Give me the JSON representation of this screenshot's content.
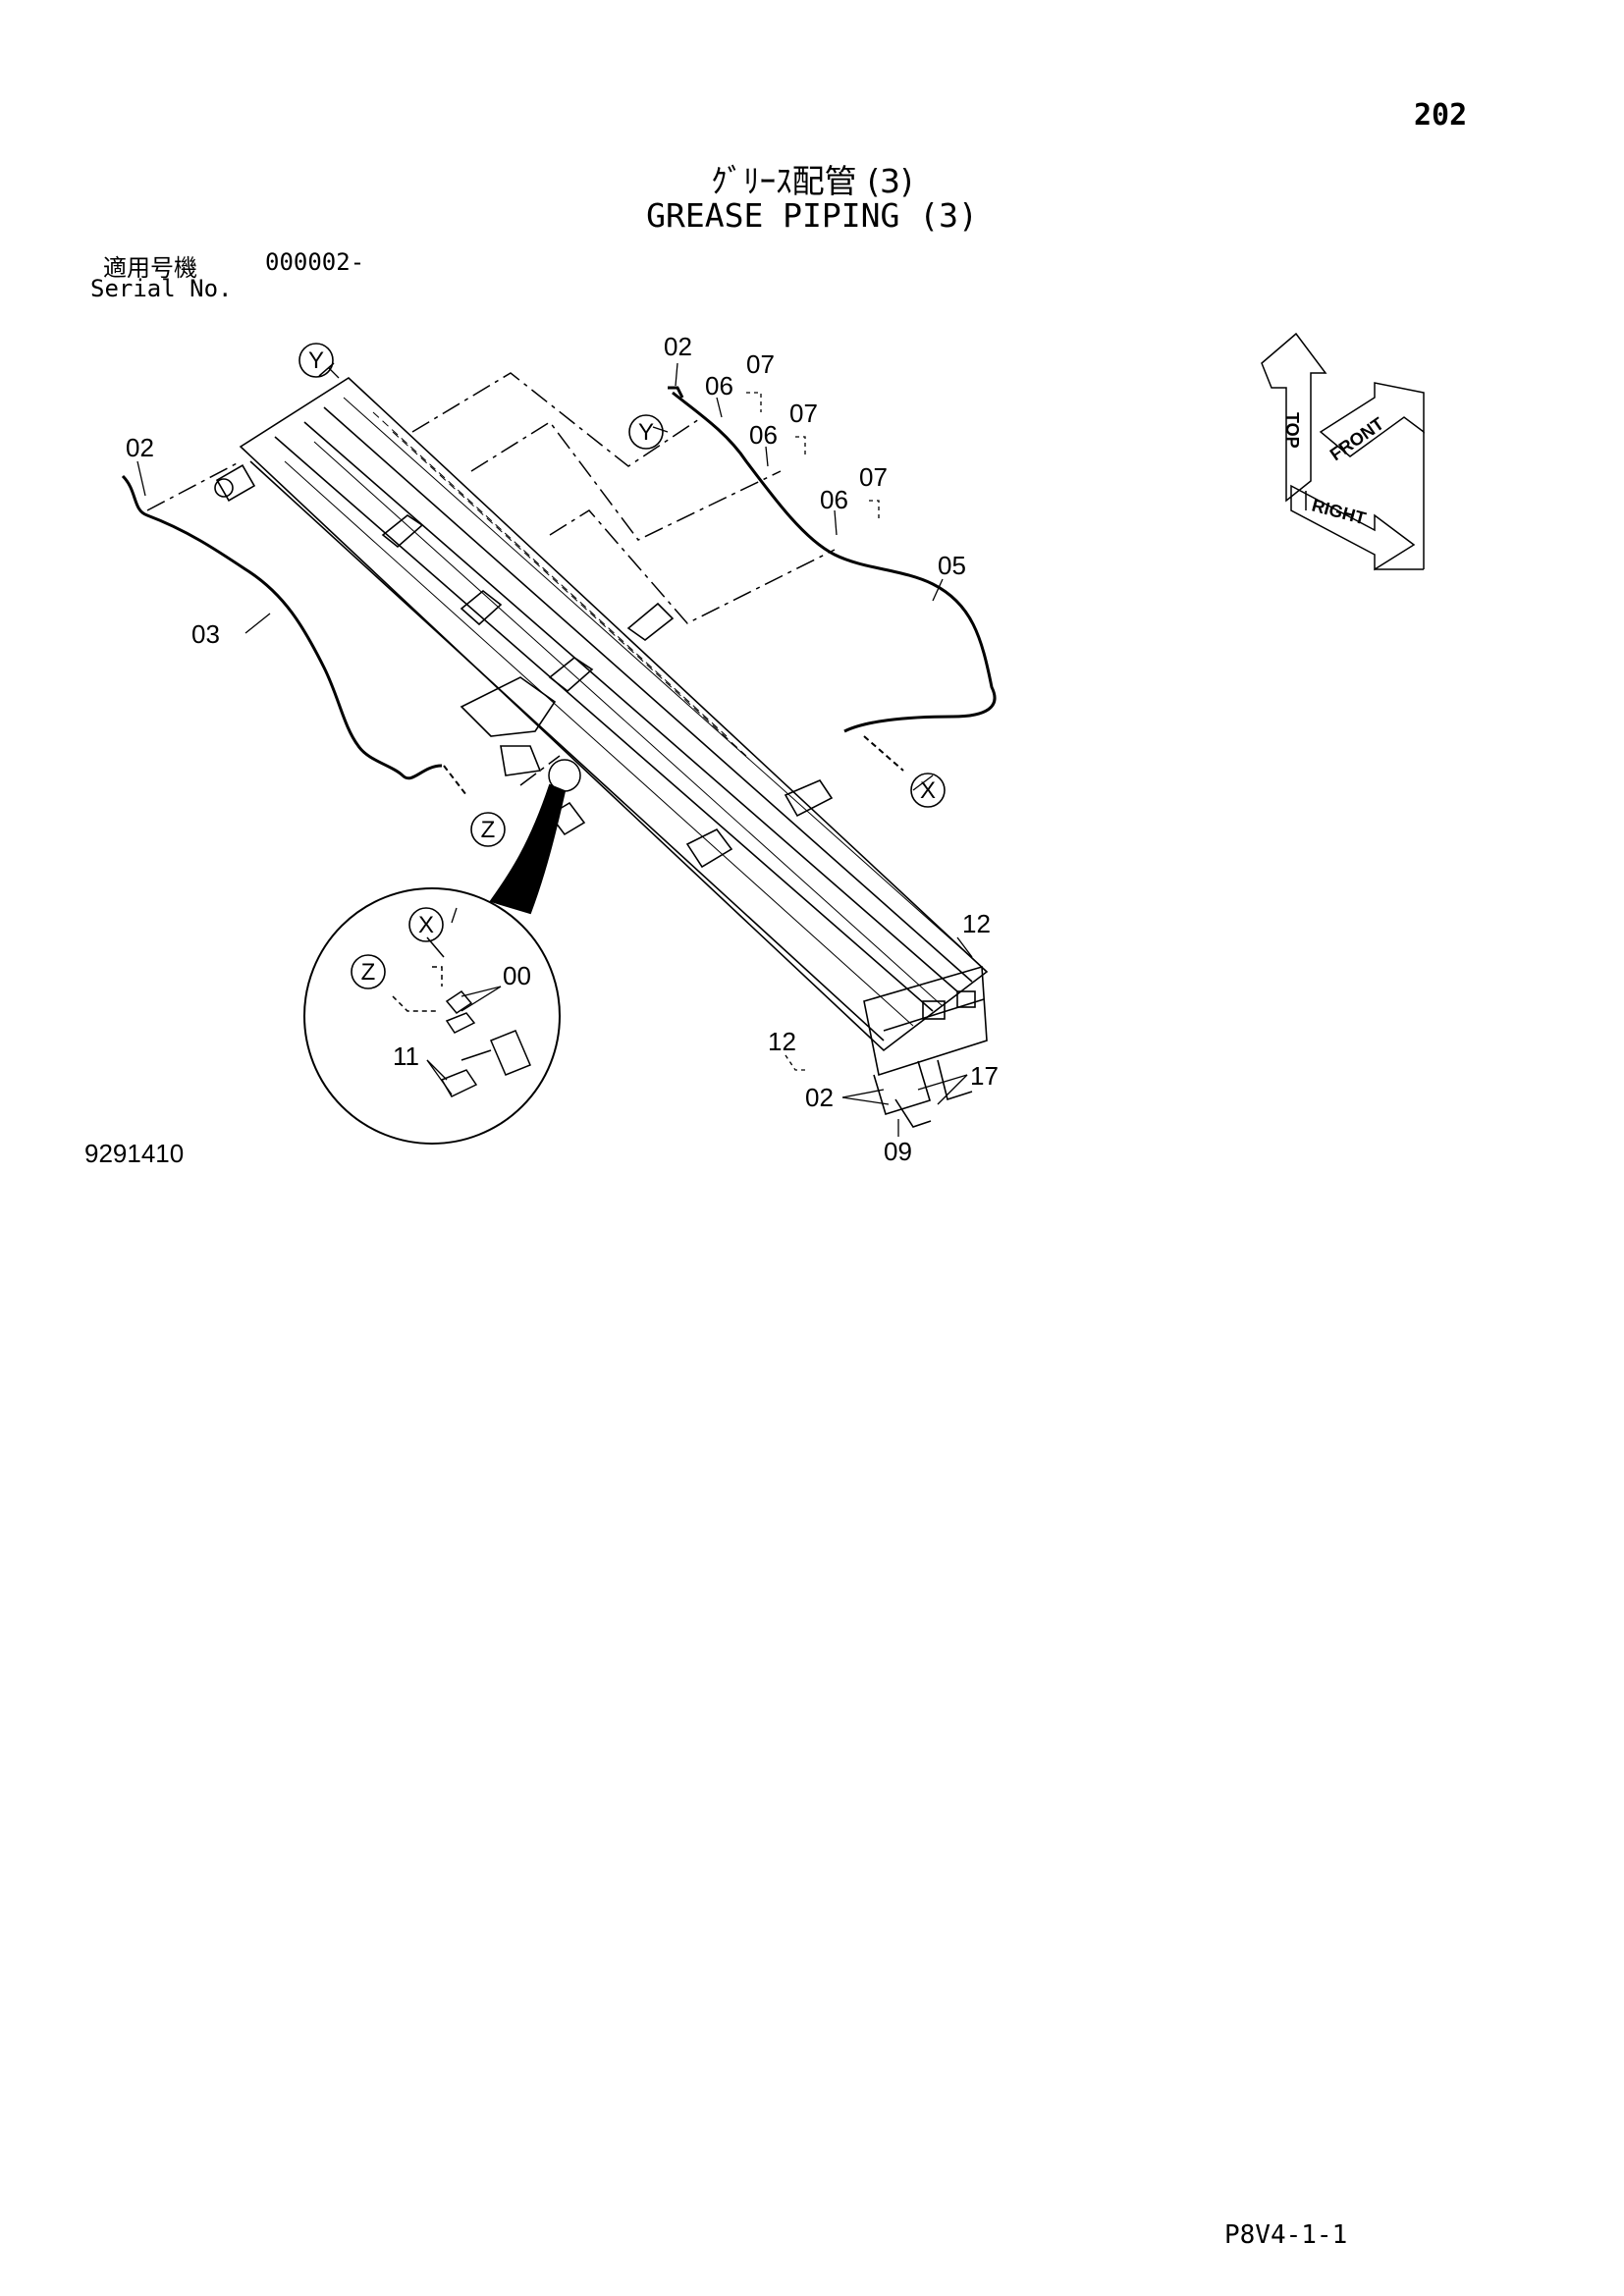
{
  "header": {
    "page_number": "202",
    "title_jp": "ｸﾞﾘｰｽ配管 (3)",
    "title_en": "GREASE PIPING (3)"
  },
  "serial": {
    "label_jp": "適用号機",
    "value": "000002-",
    "label_en": "Serial No."
  },
  "figure_number": "9291410",
  "doc_code": "P8V4-1-1",
  "orientation": {
    "top": "TOP",
    "front": "FRONT",
    "right": "RIGHT"
  },
  "callouts": {
    "c00": "00",
    "c02": "02",
    "c03": "03",
    "c05": "05",
    "c06": "06",
    "c07": "07",
    "c09": "09",
    "c11": "11",
    "c12": "12",
    "c17": "17"
  },
  "refs": {
    "x": "X",
    "y": "Y",
    "z": "Z"
  }
}
